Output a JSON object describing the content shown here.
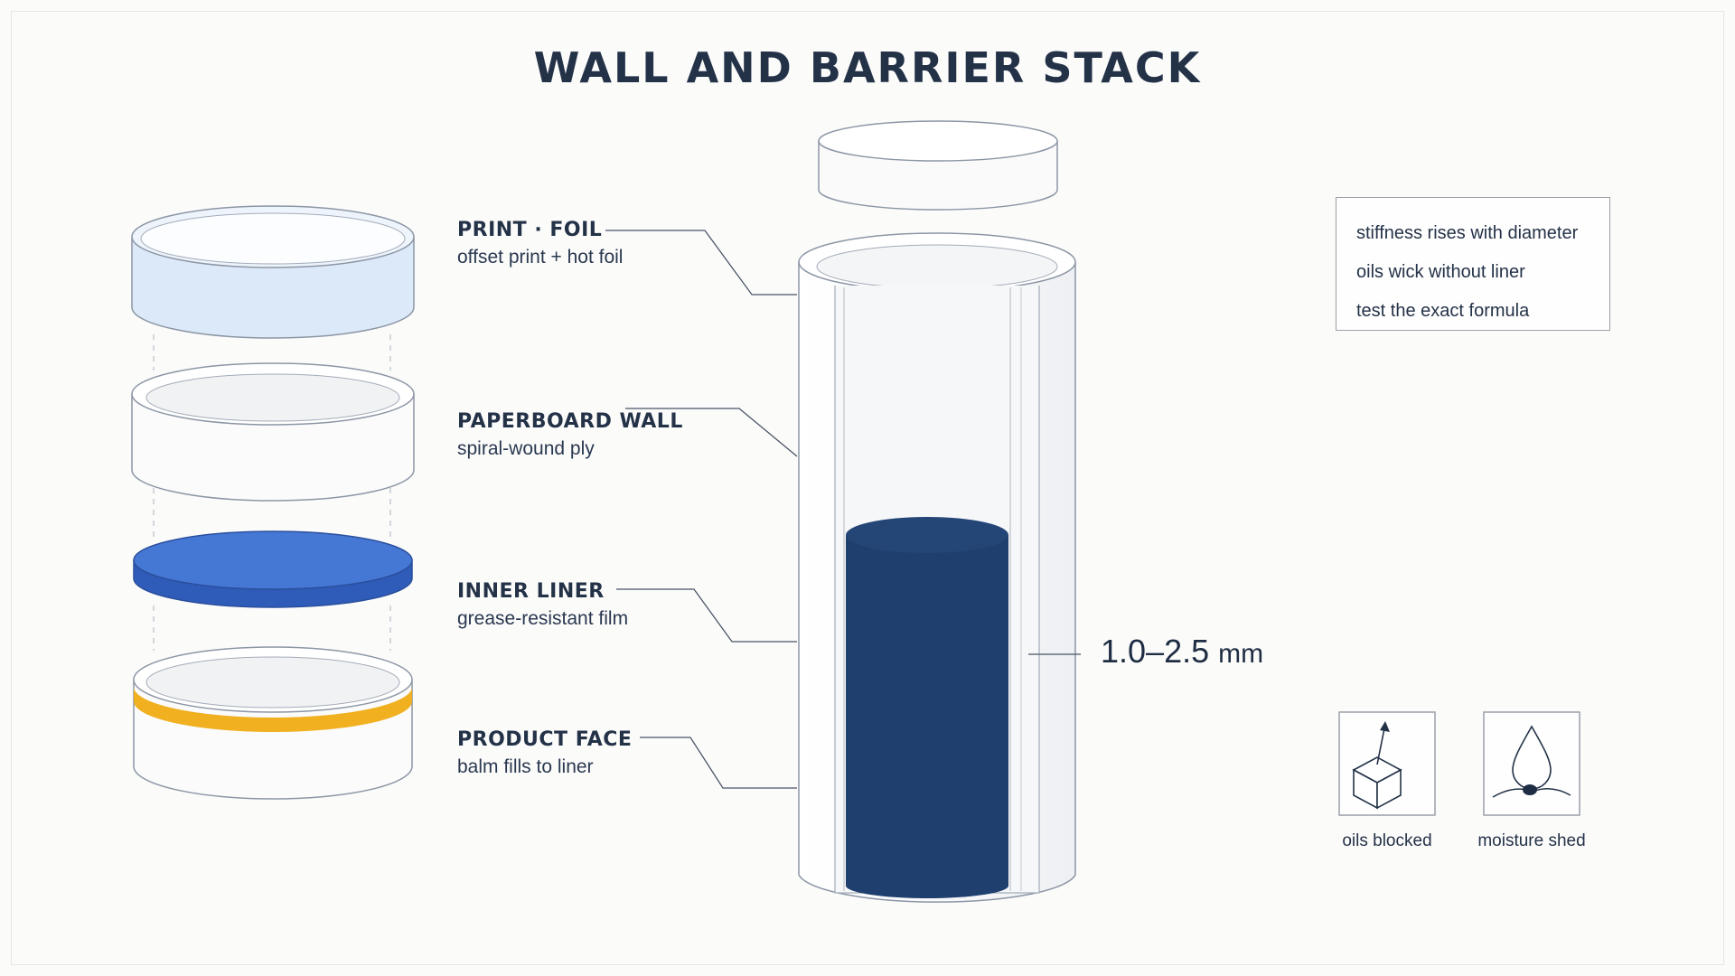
{
  "title": "WALL AND BARRIER STACK",
  "layers": [
    {
      "heading": "PRINT · FOIL",
      "sub": "offset print + hot foil",
      "color": "#dce9f8"
    },
    {
      "heading": "PAPERBOARD WALL",
      "sub": "spiral-wound ply",
      "color": "#ffffff"
    },
    {
      "heading": "INNER LINER",
      "sub": "grease-resistant film",
      "color": "#3b6cc9"
    },
    {
      "heading": "PRODUCT FACE",
      "sub": "balm fills to liner",
      "color": "#f0b020"
    }
  ],
  "dimension": {
    "value": "1.0–2.5",
    "unit": "mm"
  },
  "notes": [
    "stiffness rises with diameter",
    "oils wick without liner",
    "test the exact formula"
  ],
  "icons": [
    {
      "name": "cube-arrow-icon",
      "caption": "oils blocked"
    },
    {
      "name": "droplet-icon",
      "caption": "moisture shed"
    }
  ],
  "colors": {
    "product_fill": "#1f3f6e",
    "liner_blue": "#3b6cc9",
    "accent_amber": "#f0b020",
    "title": "#243248"
  }
}
